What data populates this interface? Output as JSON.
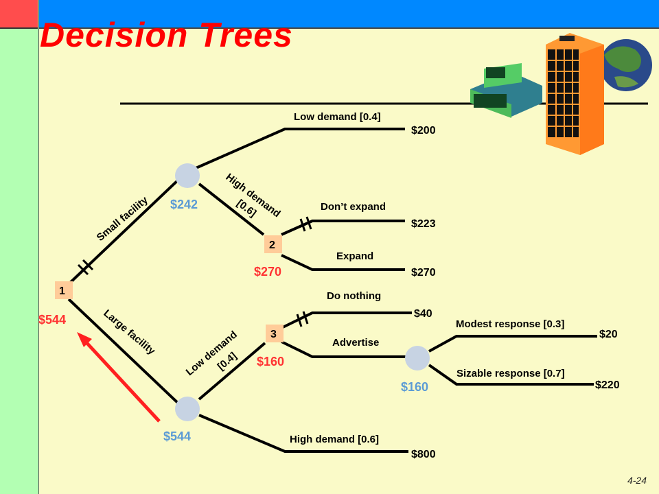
{
  "title": "Decision Trees",
  "slide_number": "4-24",
  "colors": {
    "title": "#ff0000",
    "expected_value": "#5b9bd5",
    "node_value": "#ff3333",
    "decision_node": "#ffcc99",
    "chance_node": "#c7d3e3",
    "arrow": "#ff2020"
  },
  "branch_labels": {
    "small_facility": "Small facility",
    "large_facility": "Large facility",
    "low_demand_04": "Low demand [0.4]",
    "high_demand_06_top_line1": "High demand",
    "high_demand_06_top_line2": "[0.6]",
    "dont_expand": "Don’t expand",
    "expand": "Expand",
    "do_nothing": "Do nothing",
    "advertise": "Advertise",
    "low_demand_04_bottom_line1": "Low demand",
    "low_demand_04_bottom_line2": "[0.4]",
    "high_demand_06_bottom": "High demand [0.6]",
    "modest_response": "Modest response [0.3]",
    "sizable_response": "Sizable response [0.7]"
  },
  "payoffs": {
    "small_low": "$200",
    "dont_expand": "$223",
    "expand": "$270",
    "do_nothing": "$40",
    "modest": "$20",
    "sizable": "$220",
    "large_high": "$800"
  },
  "node_labels": {
    "node1": "1",
    "node2": "2",
    "node3": "3"
  },
  "expected_values": {
    "node1": "$544",
    "small_chance": "$242",
    "node2": "$270",
    "node3": "$160",
    "advertise_chance": "$160",
    "large_chance": "$544"
  },
  "icons": [
    "building-icon",
    "globe-icon",
    "arrow-icon"
  ]
}
